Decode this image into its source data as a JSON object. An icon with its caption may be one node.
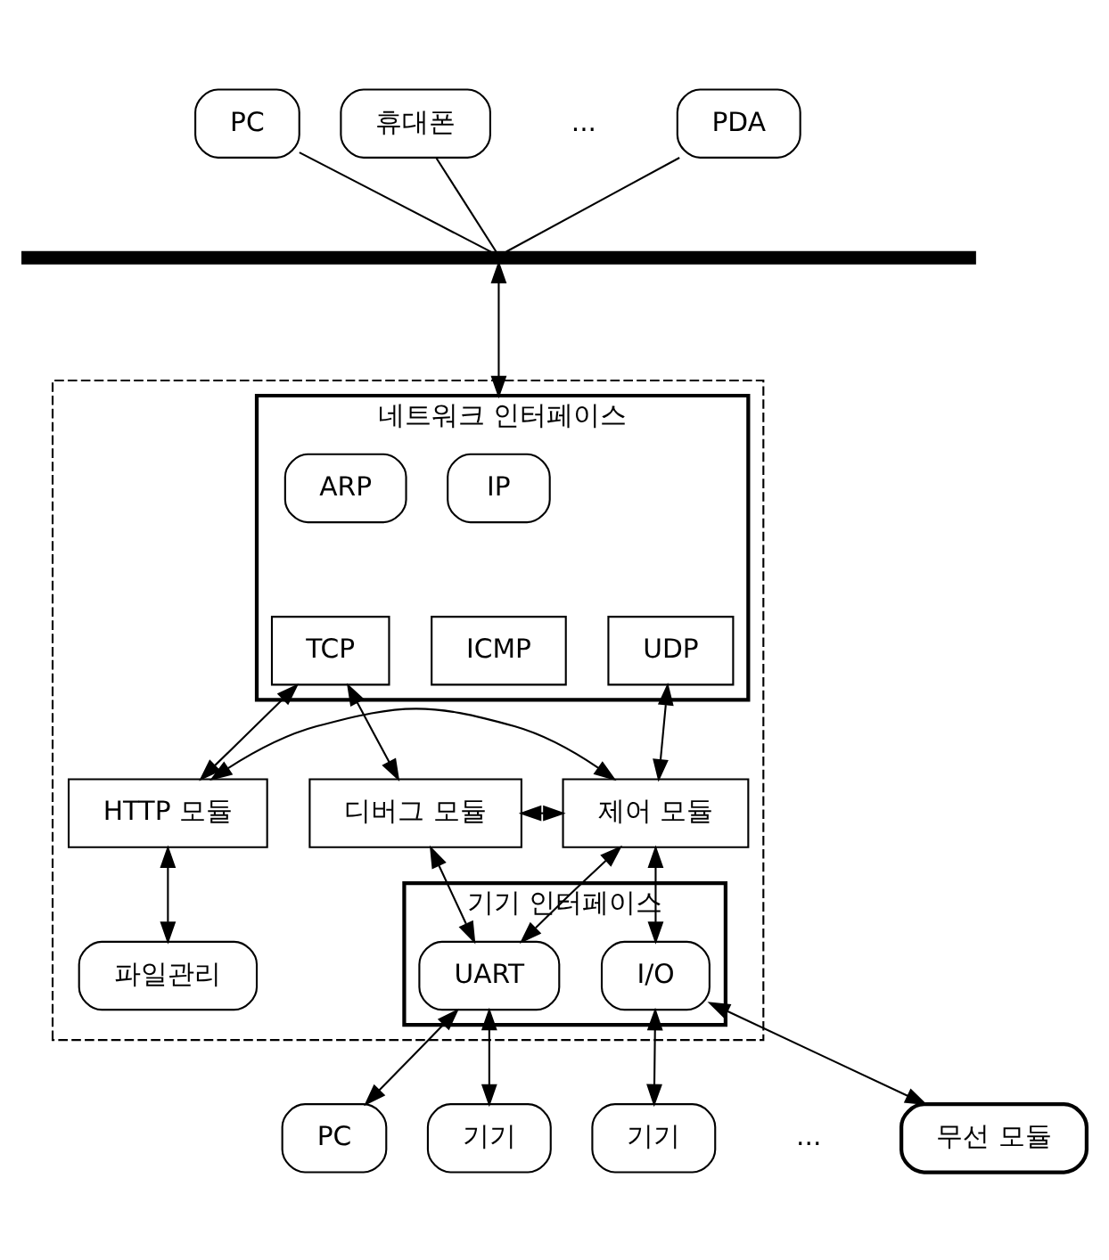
{
  "diagram": {
    "nodes": [
      {
        "text": [
          "PC"
        ]
      },
      {
        "text": [
          "휴대폰"
        ]
      },
      {
        "text": [
          "PDA"
        ]
      },
      {
        "text": [],
        "shape": "bar"
      },
      {
        "text": [],
        "shape": "box"
      },
      {
        "text": [
          "네트워크 인터페이스"
        ],
        "in": 4
      },
      {
        "text": [
          "ARP"
        ],
        "in": 5
      },
      {
        "text": [
          "IP"
        ],
        "in": 5
      },
      {
        "text": [
          "TCP"
        ],
        "in": 5
      },
      {
        "text": [
          "ICMP"
        ],
        "in": 5
      },
      {
        "text": [
          "UDP"
        ],
        "in": 5
      },
      {
        "text": [
          "디버그 모듈"
        ],
        "in": 4
      },
      {
        "text": [
          "HTTP 모듈"
        ],
        "in": 4
      },
      {
        "text": [
          "제어 모듈"
        ],
        "in": 4
      },
      {
        "text": [
          "파일관리"
        ],
        "in": 4
      },
      {
        "text": [
          "기기 인터페이스"
        ],
        "in": 4
      },
      {
        "text": [
          "UART"
        ],
        "in": 15
      },
      {
        "text": [
          "I/O"
        ],
        "in": 15
      },
      {
        "text": [
          "PC"
        ]
      },
      {
        "text": [
          "기기"
        ]
      },
      {
        "text": [
          "기기"
        ]
      },
      {
        "text": [
          "무선 모듈"
        ]
      }
    ],
    "edges": [
      {
        "from": 0,
        "to": 3,
        "arrow": "none"
      },
      {
        "from": 1,
        "to": 3,
        "arrow": "none"
      },
      {
        "from": 2,
        "to": 3,
        "arrow": "none"
      },
      {
        "from": 3,
        "to": 5,
        "arrow": "both"
      },
      {
        "from": 8,
        "to": 11,
        "arrow": "both"
      },
      {
        "from": 8,
        "to": 12,
        "arrow": "both"
      },
      {
        "from": 10,
        "to": 13,
        "arrow": "both"
      },
      {
        "from": 12,
        "to": 14,
        "arrow": "both"
      },
      {
        "from": 12,
        "to": 13,
        "arrow": "both"
      },
      {
        "from": 11,
        "to": 16,
        "arrow": "both"
      },
      {
        "from": 11,
        "to": 13,
        "arrow": "both"
      },
      {
        "from": 13,
        "to": 16,
        "arrow": "both"
      },
      {
        "from": 13,
        "to": 17,
        "arrow": "both"
      },
      {
        "from": 16,
        "to": 18,
        "arrow": "both"
      },
      {
        "from": 16,
        "to": 19,
        "arrow": "both"
      },
      {
        "from": 17,
        "to": 20,
        "arrow": "both"
      },
      {
        "from": 17,
        "to": 21,
        "arrow": "both"
      }
    ],
    "labels": [
      "...",
      "..."
    ]
  }
}
